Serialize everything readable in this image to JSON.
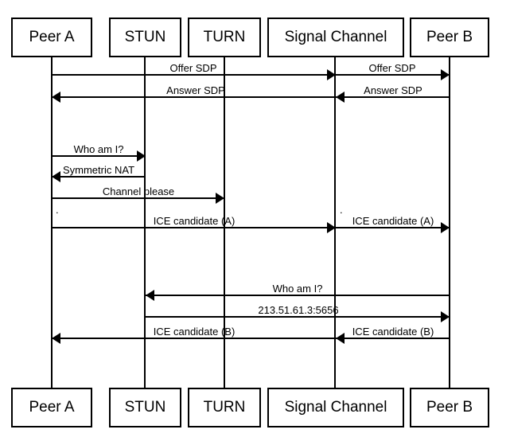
{
  "diagram": {
    "type": "sequence",
    "background": "#ffffff",
    "line_color": "#000000",
    "text_color": "#000000"
  },
  "actors": [
    {
      "id": "peer-a",
      "label": "Peer A"
    },
    {
      "id": "stun",
      "label": "STUN"
    },
    {
      "id": "turn",
      "label": "TURN"
    },
    {
      "id": "signal-channel",
      "label": "Signal Channel"
    },
    {
      "id": "peer-b",
      "label": "Peer B"
    }
  ],
  "messages": [
    {
      "label": "Offer SDP",
      "from": "Peer A",
      "to": "Signal Channel"
    },
    {
      "label": "Offer SDP",
      "from": "Signal Channel",
      "to": "Peer B"
    },
    {
      "label": "Answer SDP",
      "from": "Peer B",
      "to": "Signal Channel"
    },
    {
      "label": "Answer SDP",
      "from": "Signal Channel",
      "to": "Peer A"
    },
    {
      "label": "Who am I?",
      "from": "Peer A",
      "to": "STUN"
    },
    {
      "label": "Symmetric NAT",
      "from": "STUN",
      "to": "Peer A"
    },
    {
      "label": "Channel please",
      "from": "Peer A",
      "to": "TURN"
    },
    {
      "label": "ICE candidate (A)",
      "from": "Peer A",
      "to": "Signal Channel"
    },
    {
      "label": "ICE candidate (A)",
      "from": "Signal Channel",
      "to": "Peer B"
    },
    {
      "label": "Who am I?",
      "from": "Peer B",
      "to": "STUN"
    },
    {
      "label": "213.51.61.3:5656",
      "from": "STUN",
      "to": "Peer B"
    },
    {
      "label": "ICE candidate (B)",
      "from": "Peer B",
      "to": "Signal Channel"
    },
    {
      "label": "ICE candidate (B)",
      "from": "Signal Channel",
      "to": "Peer A"
    }
  ],
  "annotations": [
    {
      "text": "."
    },
    {
      "text": "."
    }
  ]
}
